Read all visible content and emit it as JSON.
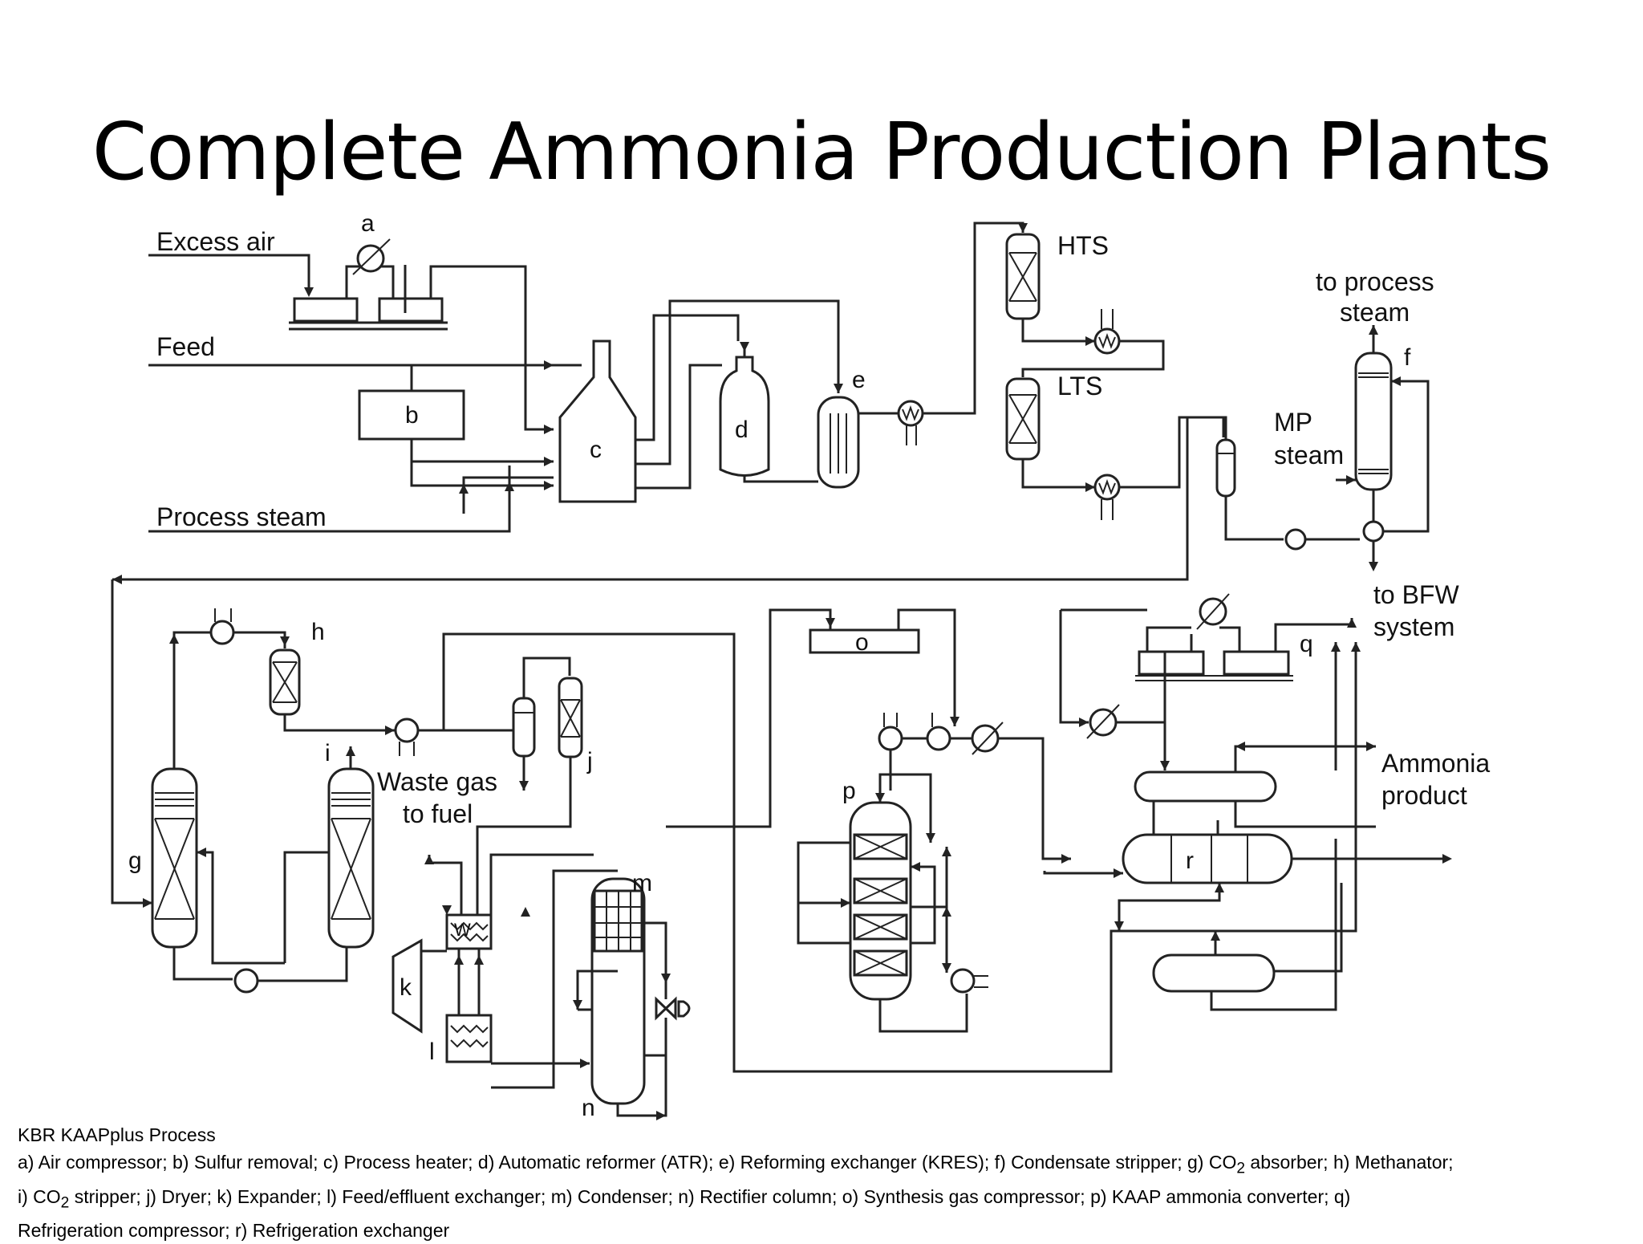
{
  "slide": {
    "title": "Complete Ammonia Production Plants"
  },
  "diagram": {
    "stream_labels": {
      "excess_air": "Excess air",
      "feed": "Feed",
      "process_steam": "Process steam",
      "hts": "HTS",
      "lts": "LTS",
      "to_process_steam": [
        "to process",
        "steam"
      ],
      "mp_steam": [
        "MP",
        "steam"
      ],
      "to_bfw_system": [
        "to BFW",
        "system"
      ],
      "waste_gas_to_fuel": [
        "Waste gas",
        "to fuel"
      ],
      "ammonia_product": [
        "Ammonia",
        "product"
      ]
    },
    "equipment_letters": {
      "a": "a",
      "b": "b",
      "c": "c",
      "d": "d",
      "e": "e",
      "f": "f",
      "g": "g",
      "h": "h",
      "i": "i",
      "j": "j",
      "k": "k",
      "l": "l",
      "m": "m",
      "n": "n",
      "o": "o",
      "p": "p",
      "q": "q",
      "r": "r"
    },
    "exchanger_symbol_letter": "W"
  },
  "caption": {
    "process_name": "KBR KAAPplus Process",
    "line1_pre": "a) Air compressor; b) Sulfur removal; c) Process heater; d) Automatic reformer (ATR); e) Reforming exchanger (KRES); f) Condensate stripper; g) CO",
    "line1_sub": "2",
    "line1_post": " absorber; h) Methanator;",
    "line2_pre": "i) CO",
    "line2_sub": "2",
    "line2_post": " stripper; j) Dryer; k) Expander; l) Feed/effluent exchanger; m) Condenser; n) Rectifier column; o) Synthesis gas compressor; p) KAAP ammonia converter; q)",
    "line3": "Refrigeration compressor; r) Refrigeration exchanger"
  }
}
